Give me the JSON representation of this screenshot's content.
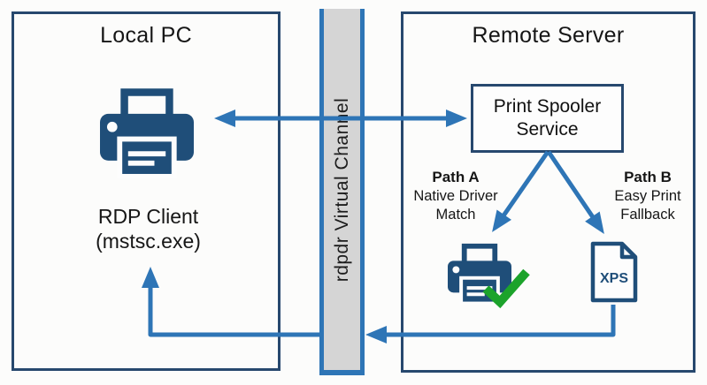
{
  "colors": {
    "arrow_blue": "#2E75B6",
    "icon_navy": "#1F4E79",
    "box_border_navy": "#27486E",
    "channel_gray": "#D5D5D5",
    "check_green": "#1CA32B"
  },
  "local_box": {
    "title": "Local PC",
    "rdp_client_line1": "RDP Client",
    "rdp_client_line2": "(mstsc.exe)"
  },
  "channel": {
    "label": "rdpdr Virtual Channel"
  },
  "remote_box": {
    "title": "Remote Server",
    "spooler": {
      "line1": "Print Spooler",
      "line2": "Service"
    },
    "path_a": {
      "name": "Path A",
      "line1": "Native Driver",
      "line2": "Match"
    },
    "path_b": {
      "name": "Path B",
      "line1": "Easy Print",
      "line2": "Fallback"
    },
    "xps_doc_label": "XPS"
  }
}
